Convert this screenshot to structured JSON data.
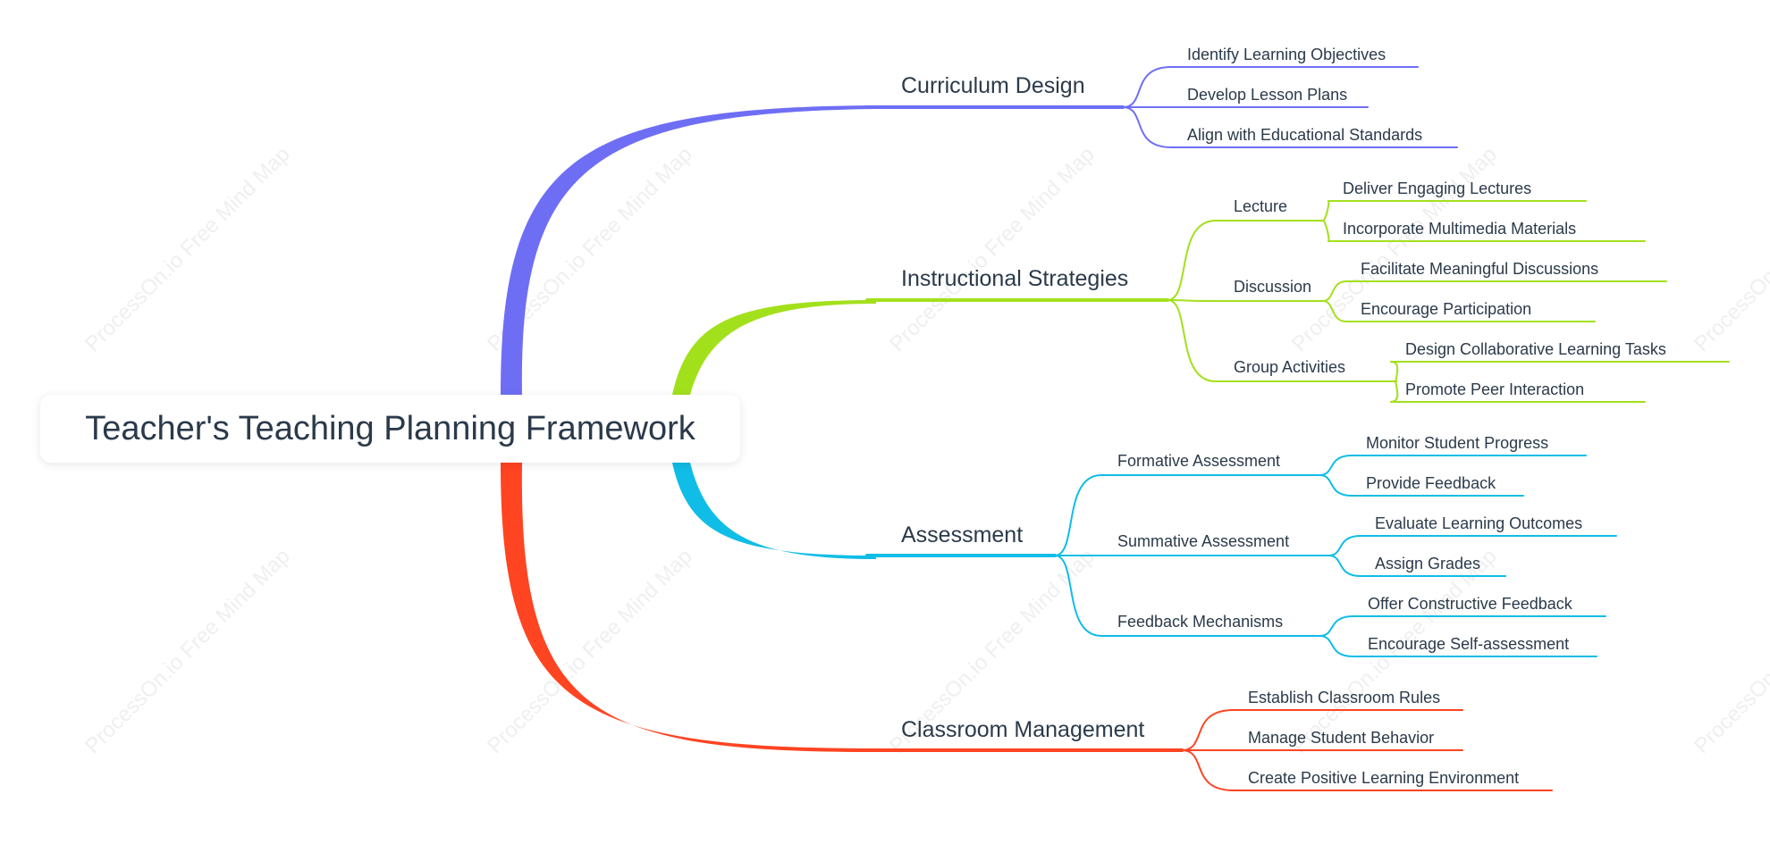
{
  "root": {
    "title": "Teacher's Teaching Planning Framework"
  },
  "watermark": "ProcessOn.io Free Mind Map",
  "colors": {
    "curriculum": "#6e6ef5",
    "instruction": "#a3e01c",
    "assessment": "#10bde6",
    "management": "#ff4422",
    "text": "#2b3a4a"
  },
  "branches": [
    {
      "label": "Curriculum Design",
      "children": [
        {
          "label": "Identify Learning Objectives"
        },
        {
          "label": "Develop Lesson Plans"
        },
        {
          "label": "Align with Educational Standards"
        }
      ]
    },
    {
      "label": "Instructional Strategies",
      "children": [
        {
          "label": "Lecture",
          "children": [
            {
              "label": "Deliver Engaging Lectures"
            },
            {
              "label": "Incorporate Multimedia Materials"
            }
          ]
        },
        {
          "label": "Discussion",
          "children": [
            {
              "label": "Facilitate Meaningful Discussions"
            },
            {
              "label": "Encourage Participation"
            }
          ]
        },
        {
          "label": "Group Activities",
          "children": [
            {
              "label": "Design Collaborative Learning Tasks"
            },
            {
              "label": "Promote Peer Interaction"
            }
          ]
        }
      ]
    },
    {
      "label": "Assessment",
      "children": [
        {
          "label": "Formative Assessment",
          "children": [
            {
              "label": "Monitor Student Progress"
            },
            {
              "label": "Provide Feedback"
            }
          ]
        },
        {
          "label": "Summative Assessment",
          "children": [
            {
              "label": "Evaluate Learning Outcomes"
            },
            {
              "label": "Assign Grades"
            }
          ]
        },
        {
          "label": "Feedback Mechanisms",
          "children": [
            {
              "label": "Offer Constructive Feedback"
            },
            {
              "label": "Encourage Self-assessment"
            }
          ]
        }
      ]
    },
    {
      "label": "Classroom Management",
      "children": [
        {
          "label": "Establish Classroom Rules"
        },
        {
          "label": "Manage Student Behavior"
        },
        {
          "label": "Create Positive Learning Environment"
        }
      ]
    }
  ]
}
